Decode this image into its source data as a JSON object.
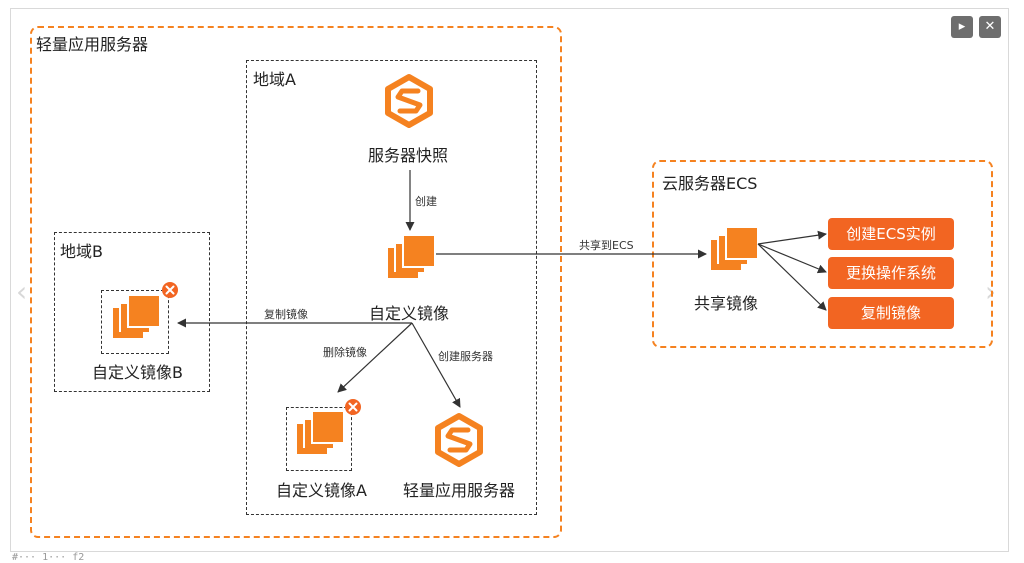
{
  "regions": {
    "lighthouse": "轻量应用服务器",
    "region_a": "地域A",
    "region_b": "地域B",
    "ecs": "云服务器ECS"
  },
  "nodes": {
    "snapshot": "服务器快照",
    "custom_image": "自定义镜像",
    "custom_image_b": "自定义镜像B",
    "custom_image_a": "自定义镜像A",
    "lighthouse_server": "轻量应用服务器",
    "shared_image": "共享镜像"
  },
  "edges": {
    "create": "创建",
    "share_to_ecs": "共享到ECS",
    "copy_image": "复制镜像",
    "delete_image": "删除镜像",
    "create_server": "创建服务器"
  },
  "ecs_actions": [
    "创建ECS实例",
    "更换操作系统",
    "复制镜像"
  ],
  "caption": "#··· 1··· f2",
  "colors": {
    "accent": "#f58220",
    "button": "#f26522"
  },
  "controls": {
    "play_icon": "play-icon",
    "close_icon": "close-icon"
  }
}
